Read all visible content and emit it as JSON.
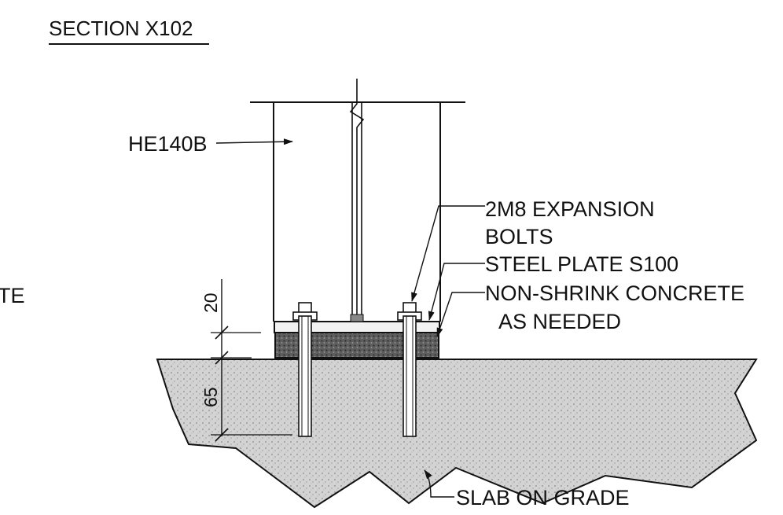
{
  "drawing": {
    "title": "SECTION X102",
    "left_edge_fragment": "TE",
    "labels": {
      "column": "HE140B",
      "bolts_line1": "2M8 EXPANSION",
      "bolts_line2": "BOLTS",
      "plate": "STEEL PLATE S100",
      "grout_line1": "NON-SHRINK CONCRETE",
      "grout_line2": "AS NEEDED",
      "slab": "SLAB ON GRADE"
    },
    "dimensions": {
      "grout_thickness": "20",
      "anchor_embedment": "65"
    },
    "colors": {
      "line": "#111111",
      "concrete_fill": "#cfcfcf",
      "grout_fill": "#6d6d6d",
      "plate_fill": "#e6e6e6",
      "paper": "#ffffff"
    }
  }
}
